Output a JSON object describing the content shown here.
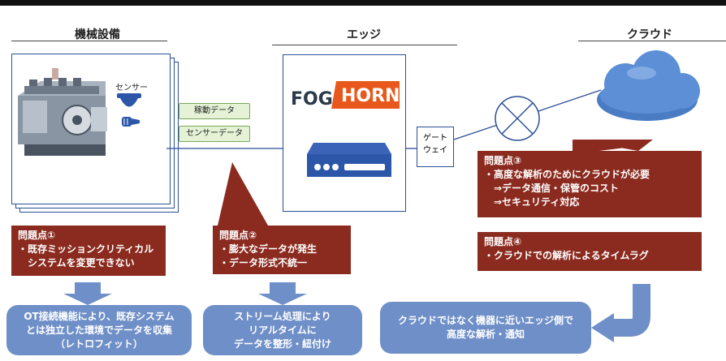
{
  "headers": {
    "machine": "機械設備",
    "edge": "エッジ",
    "cloud": "クラウド"
  },
  "sensor_label": "センサー",
  "tags": {
    "operation": "稼動データ",
    "sensor": "センサーデータ"
  },
  "logo": {
    "part1": "FOG",
    "part2": "HORN"
  },
  "gateway": "ゲート\nウェイ",
  "problems": [
    {
      "text": "問題点①\n・既存ミッションクリティカル\n　システムを変更できない"
    },
    {
      "text": "問題点②\n・膨大なデータが発生\n・データ形式不統一"
    },
    {
      "text": "問題点③\n・高度な解析のためにクラウドが必要\n　⇒データ通信・保管のコスト\n　⇒セキュリティ対応"
    },
    {
      "text": "問題点④\n・クラウドでの解析によるタイムラグ"
    }
  ],
  "solutions": [
    {
      "text": "OT接続機能により、既存システム\nとは独立した環境でデータを収集\n（レトロフィット）"
    },
    {
      "text": "ストリーム処理により\nリアルタイムに\nデータを整形・紐付け"
    },
    {
      "text": "クラウドではなく機器に近いエッジ側で\n高度な解析・通知"
    }
  ],
  "colors": {
    "problem_bg": "#8b2b1f",
    "solution_bg": "#6f8fc8",
    "frame_border": "#2c4f96",
    "logo_orange": "#e8581c",
    "logo_dark": "#2b3a4a",
    "cloud": "#5c8fd6"
  },
  "icons": [
    "machine-image",
    "sensor-dome-icon",
    "sensor-probe-icon",
    "edge-device-icon",
    "cloud-icon",
    "blocked-connection-icon",
    "down-arrow-icon",
    "return-arrow-icon"
  ]
}
